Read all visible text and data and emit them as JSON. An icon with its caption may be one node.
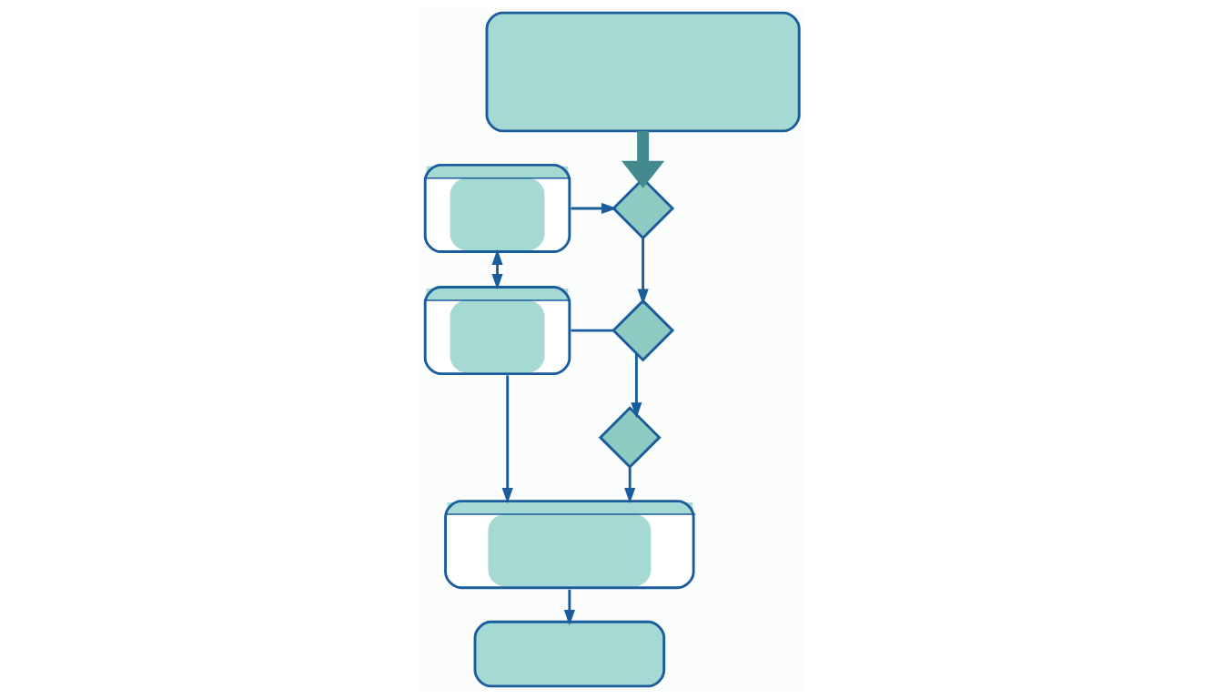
{
  "diagram": {
    "nodes": [
      {
        "text": [],
        "shape": "box"
      },
      {
        "text": [],
        "shape": "picture"
      },
      {
        "text": [],
        "shape": "diamond"
      },
      {
        "text": [],
        "shape": "picture"
      },
      {
        "text": [],
        "shape": "diamond"
      },
      {
        "text": [],
        "shape": "diamond"
      },
      {
        "text": [],
        "shape": "picture"
      },
      {
        "text": [],
        "shape": "box"
      }
    ],
    "edges": [
      {
        "from": 0,
        "to": 2,
        "arrow": "to",
        "style": "thick",
        "color": "#428a8e"
      },
      {
        "from": 1,
        "to": 2,
        "arrow": "to"
      },
      {
        "from": 2,
        "to": 4,
        "arrow": "to"
      },
      {
        "from": 3,
        "to": 4,
        "arrow": "none"
      },
      {
        "from": 4,
        "to": 5,
        "arrow": "to"
      },
      {
        "from": 5,
        "to": 6,
        "arrow": "to"
      },
      {
        "from": 6,
        "to": 7,
        "arrow": "to"
      },
      {
        "from": 1,
        "to": 3,
        "arrow": "both"
      },
      {
        "from": 3,
        "to": 6,
        "arrow": "to"
      }
    ]
  }
}
